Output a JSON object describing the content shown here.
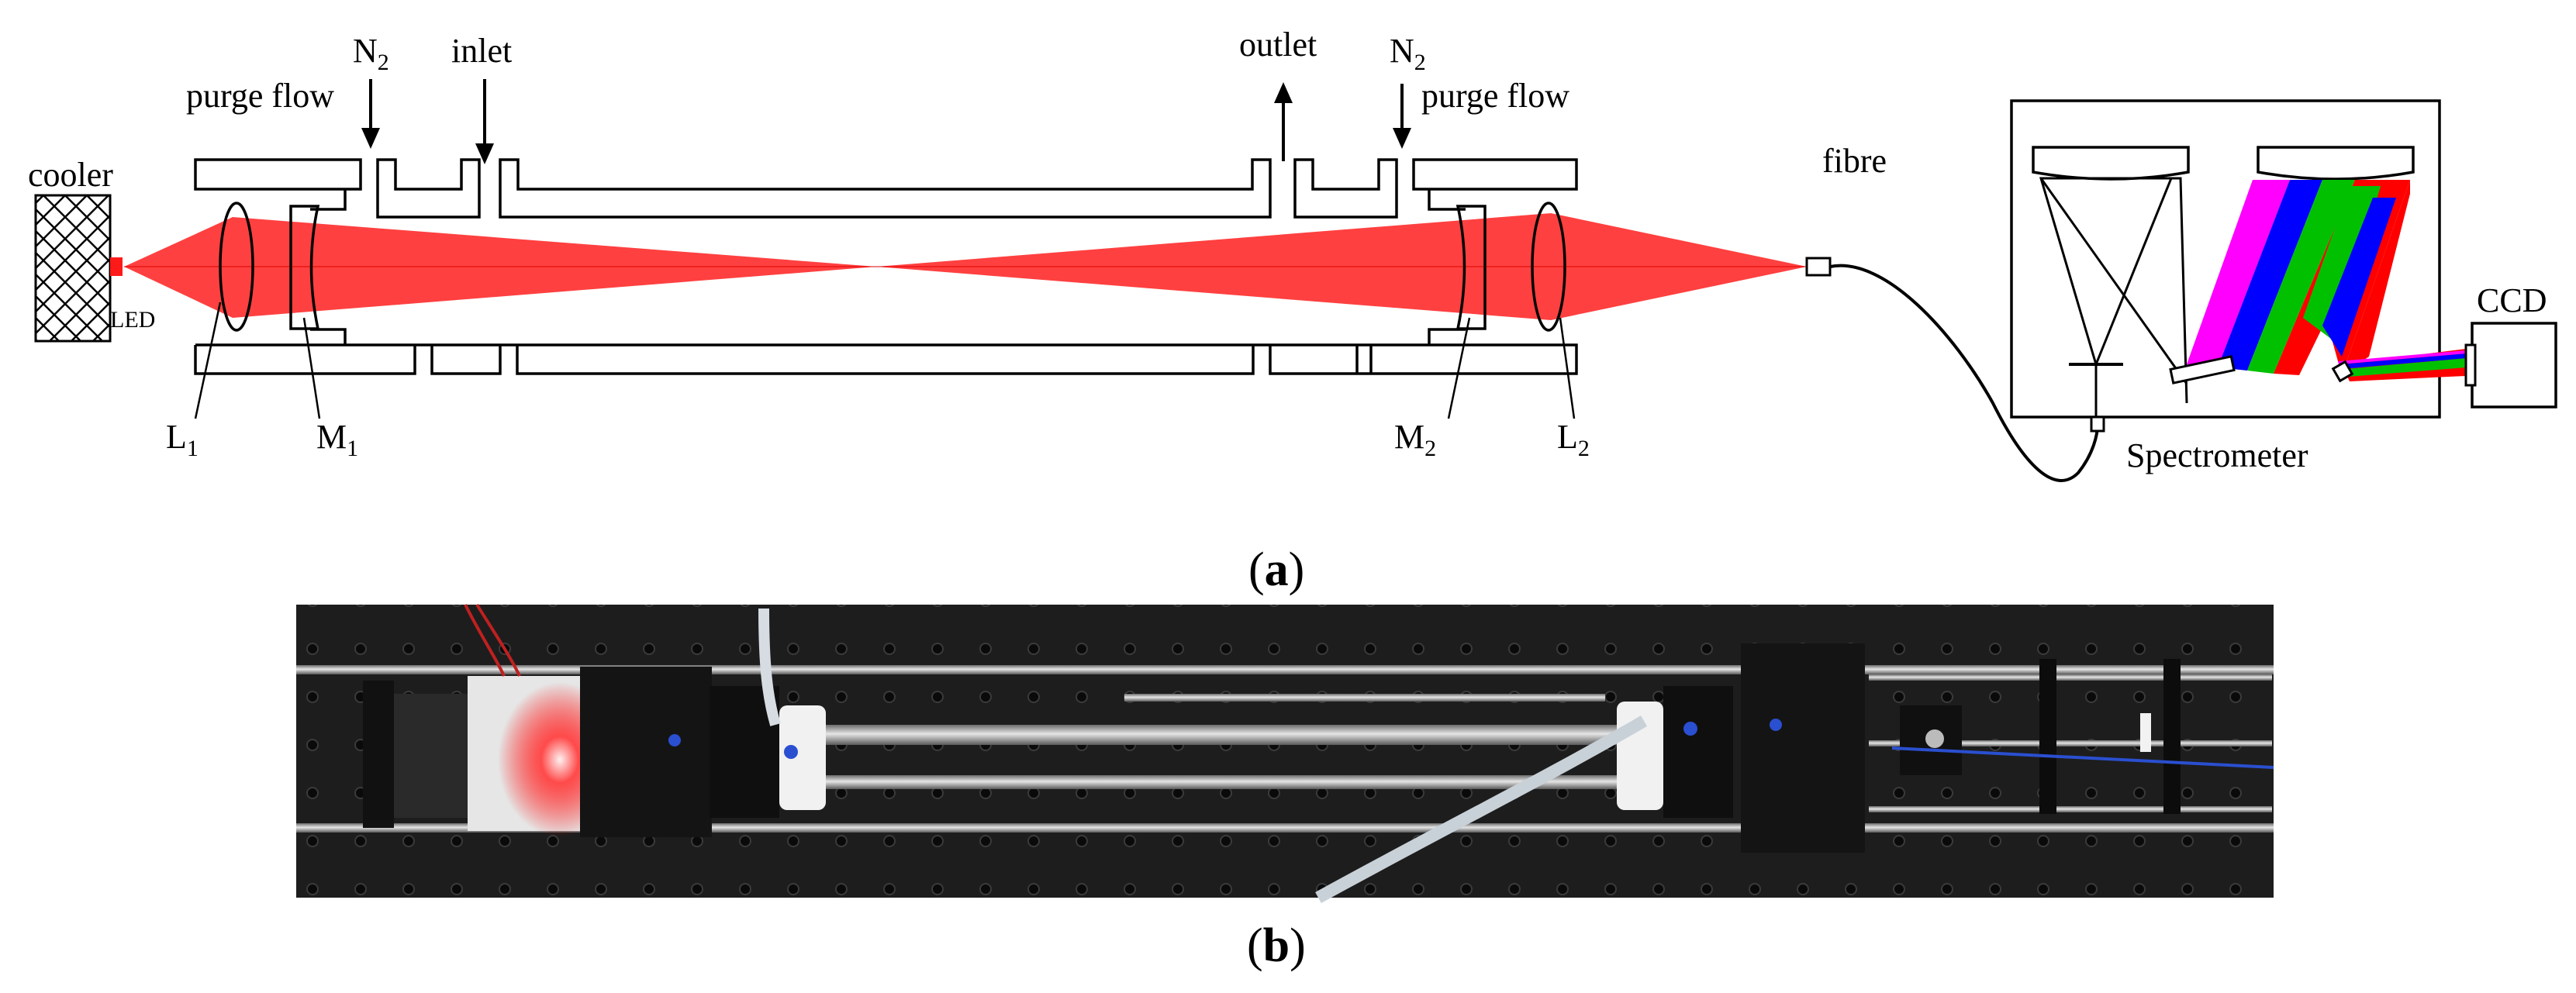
{
  "panel_a": {
    "caption_open": "(",
    "caption_letter": "a",
    "caption_close": ")",
    "labels": {
      "cooler": "cooler",
      "led": "LED",
      "n2_left": "N",
      "n2_left_sub": "2",
      "purge_left": "purge flow",
      "inlet": "inlet",
      "outlet": "outlet",
      "n2_right": "N",
      "n2_right_sub": "2",
      "purge_right": "purge flow",
      "fibre": "fibre",
      "l1": "L",
      "l1_sub": "1",
      "m1": "M",
      "m1_sub": "1",
      "m2": "M",
      "m2_sub": "2",
      "l2": "L",
      "l2_sub": "2",
      "spectrometer": "Spectrometer",
      "ccd": "CCD"
    },
    "colors": {
      "beam": "#ff4040",
      "led": "#ff1a1a",
      "spectrum": [
        "#ff0000",
        "#00c000",
        "#0000ff",
        "#ff00ff"
      ]
    }
  },
  "panel_b": {
    "caption_open": "(",
    "caption_letter": "b",
    "caption_close": ")",
    "photo_background": "#1c1c1c"
  }
}
